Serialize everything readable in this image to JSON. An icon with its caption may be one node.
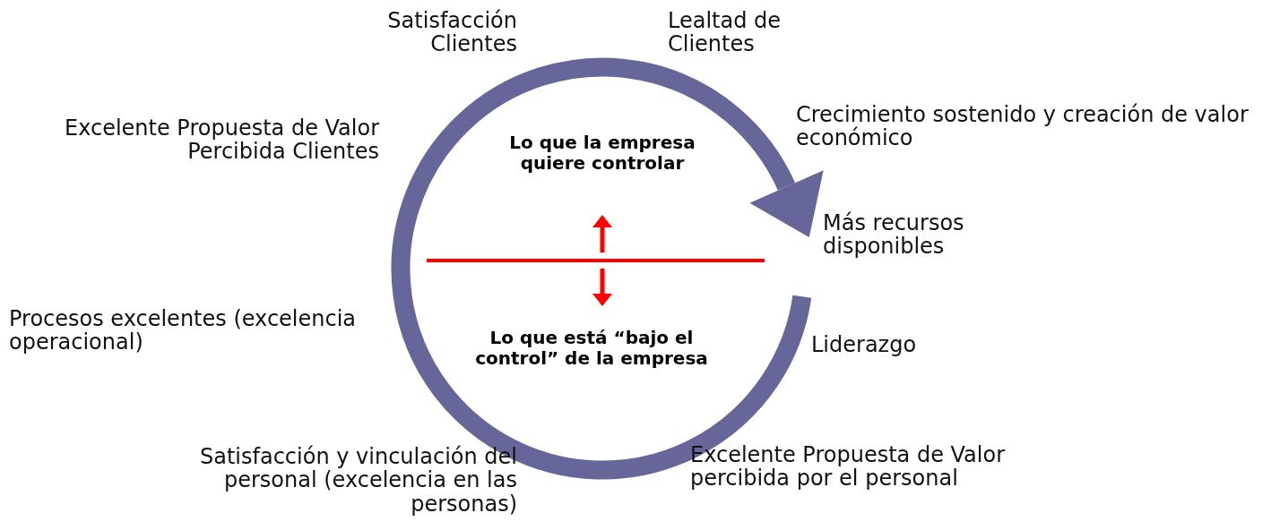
{
  "diagram": {
    "labels": [
      "Satisfacción Clientes",
      "Lealtad de Clientes",
      "Crecimiento sostenido y creación de valor económico",
      "Excelente Propuesta de Valor Percibida Clientes",
      "Más recursos disponibles",
      "Lo que la empresa quiere controlar",
      "Procesos excelentes (excelencia operacional)",
      "Liderazgo",
      "Lo que está “bajo el control” de la empresa",
      "Satisfacción y vinculación del personal (excelencia en las personas)",
      "Excelente Propuesta de Valor percibida por el personal"
    ]
  }
}
